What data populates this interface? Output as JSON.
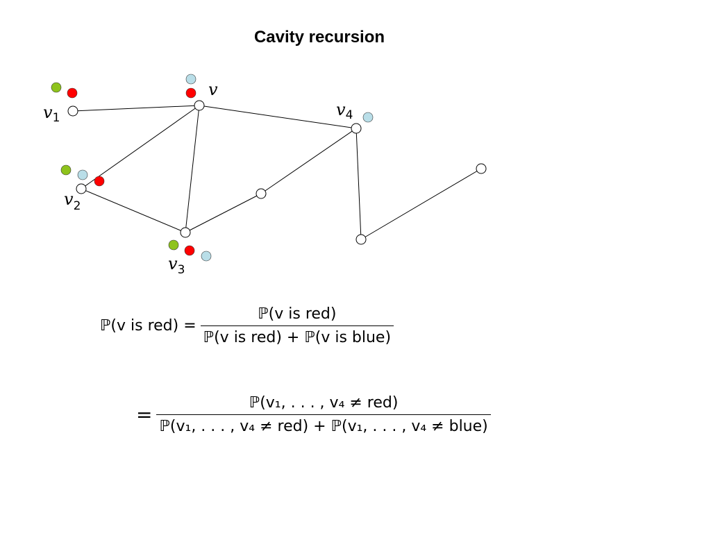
{
  "title": "Cavity recursion",
  "colors": {
    "red": "#ff0000",
    "blue": "#b9dee8",
    "green": "#8ec31c"
  },
  "labels": {
    "v": "v",
    "v1_main": "v",
    "v1_sub": "1",
    "v2_main": "v",
    "v2_sub": "2",
    "v3_main": "v",
    "v3_sub": "3",
    "v4_main": "v",
    "v4_sub": "4"
  },
  "equation1": {
    "lhs": "ℙ(v is red) =",
    "numerator": "ℙ(v is red)",
    "denominator": "ℙ(v is red) + ℙ(v is blue)"
  },
  "equation2": {
    "lhs": "=",
    "numerator": "ℙ(v₁, . . . , v₄ ≠  red)",
    "denominator": "ℙ(v₁, . . . , v₄ ≠  red) + ℙ(v₁, . . . , v₄ ≠  blue)"
  }
}
